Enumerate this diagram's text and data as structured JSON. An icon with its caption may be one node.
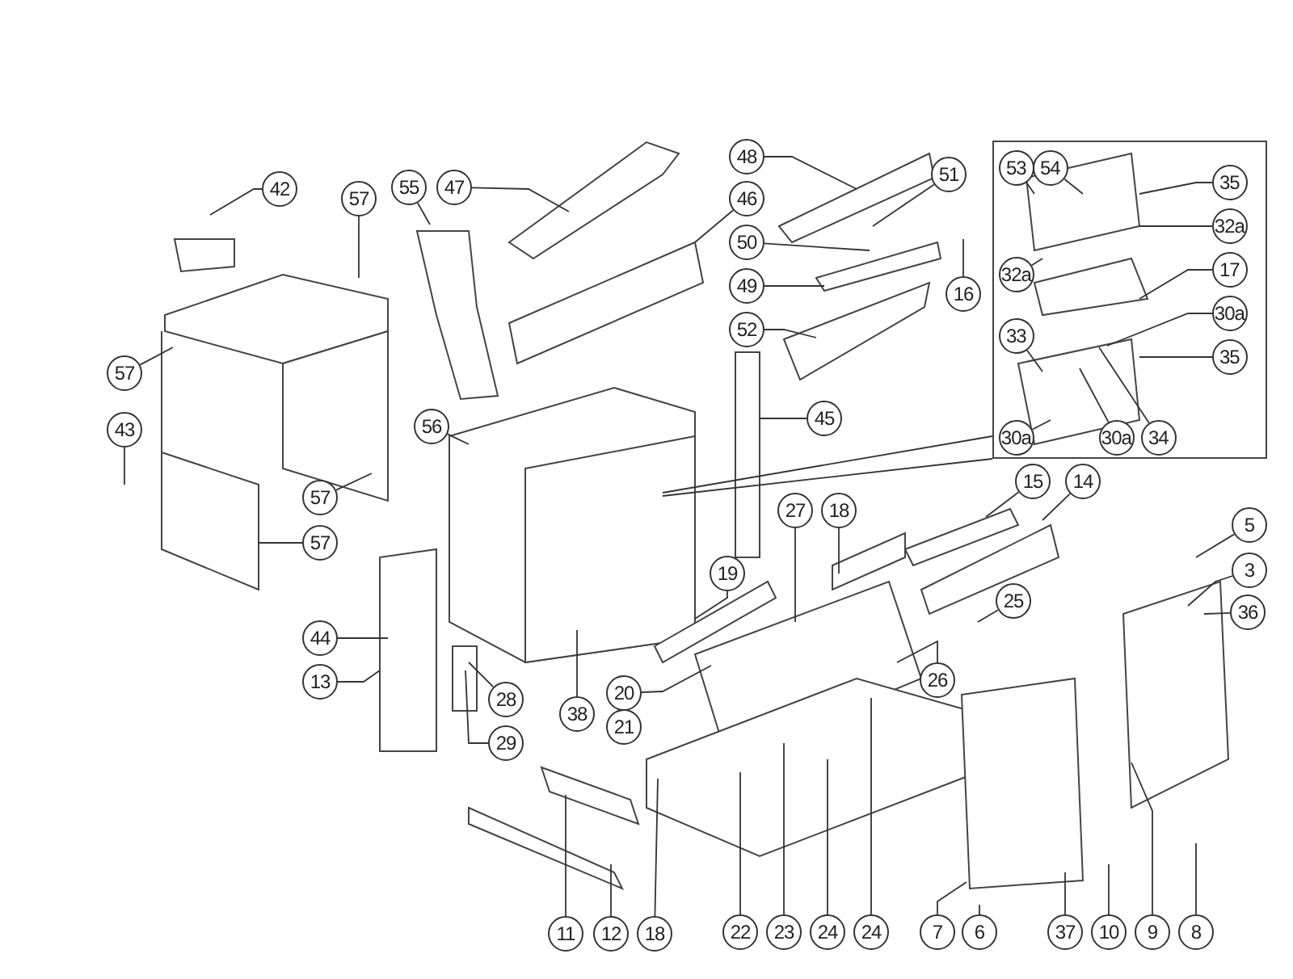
{
  "diagram": {
    "nodes": [
      {
        "text": [
          "42"
        ]
      },
      {
        "text": [
          "57"
        ]
      },
      {
        "text": [
          "55"
        ]
      },
      {
        "text": [
          "47"
        ]
      },
      {
        "text": [
          "48"
        ]
      },
      {
        "text": [
          "51"
        ]
      },
      {
        "text": [
          "46"
        ]
      },
      {
        "text": [
          "50"
        ]
      },
      {
        "text": [
          "49"
        ]
      },
      {
        "text": [
          "16"
        ]
      },
      {
        "text": [
          "52"
        ]
      },
      {
        "text": [],
        "shape": "box"
      },
      {
        "text": [
          "53"
        ],
        "in": 11
      },
      {
        "text": [
          "54"
        ],
        "in": 11
      },
      {
        "text": [
          "35"
        ],
        "in": 11
      },
      {
        "text": [
          "32a"
        ],
        "in": 11
      },
      {
        "text": [
          "32a"
        ],
        "in": 11
      },
      {
        "text": [
          "17"
        ],
        "in": 11
      },
      {
        "text": [
          "30a"
        ],
        "in": 11
      },
      {
        "text": [
          "33"
        ],
        "in": 11
      },
      {
        "text": [
          "35"
        ],
        "in": 11
      },
      {
        "text": [
          "30a"
        ],
        "in": 11
      },
      {
        "text": [
          "30a"
        ],
        "in": 11
      },
      {
        "text": [
          "34"
        ],
        "in": 11
      },
      {
        "text": [
          "57"
        ]
      },
      {
        "text": [
          "43"
        ]
      },
      {
        "text": [
          "56"
        ]
      },
      {
        "text": [
          "45"
        ]
      },
      {
        "text": [
          "57"
        ]
      },
      {
        "text": [
          "15"
        ]
      },
      {
        "text": [
          "14"
        ]
      },
      {
        "text": [
          "27"
        ]
      },
      {
        "text": [
          "18"
        ]
      },
      {
        "text": [
          "5"
        ]
      },
      {
        "text": [
          "57"
        ]
      },
      {
        "text": [
          "3"
        ]
      },
      {
        "text": [
          "19"
        ]
      },
      {
        "text": [
          "25"
        ]
      },
      {
        "text": [
          "36"
        ]
      },
      {
        "text": [
          "44"
        ]
      },
      {
        "text": [
          "13"
        ]
      },
      {
        "text": [
          "26"
        ]
      },
      {
        "text": [
          "20"
        ]
      },
      {
        "text": [
          "28"
        ]
      },
      {
        "text": [
          "38"
        ]
      },
      {
        "text": [
          "29"
        ]
      },
      {
        "text": [
          "11"
        ]
      },
      {
        "text": [
          "12"
        ]
      },
      {
        "text": [
          "18"
        ]
      },
      {
        "text": [
          "22"
        ]
      },
      {
        "text": [
          "23"
        ]
      },
      {
        "text": [
          "24"
        ]
      },
      {
        "text": [
          "24"
        ]
      },
      {
        "text": [
          "7"
        ]
      },
      {
        "text": [
          "6"
        ]
      },
      {
        "text": [
          "37"
        ]
      },
      {
        "text": [
          "10"
        ]
      },
      {
        "text": [
          "9"
        ]
      },
      {
        "text": [
          "8"
        ]
      },
      {
        "text": [
          "21"
        ]
      }
    ],
    "edges": [
      {
        "from": 0,
        "to": null,
        "arrow": "none"
      },
      {
        "from": 1,
        "to": null,
        "arrow": "none"
      },
      {
        "from": 2,
        "to": null,
        "arrow": "none"
      },
      {
        "from": 3,
        "to": null,
        "arrow": "none"
      },
      {
        "from": 4,
        "to": null,
        "arrow": "none"
      },
      {
        "from": 5,
        "to": null,
        "arrow": "none"
      },
      {
        "from": 6,
        "to": null,
        "arrow": "none"
      },
      {
        "from": 7,
        "to": null,
        "arrow": "none"
      },
      {
        "from": 8,
        "to": null,
        "arrow": "none"
      },
      {
        "from": 9,
        "to": null,
        "arrow": "none"
      },
      {
        "from": 10,
        "to": null,
        "arrow": "none"
      },
      {
        "from": 11,
        "to": null,
        "arrow": "none"
      },
      {
        "from": 12,
        "to": null,
        "arrow": "none"
      },
      {
        "from": 13,
        "to": null,
        "arrow": "none"
      },
      {
        "from": 14,
        "to": null,
        "arrow": "none"
      },
      {
        "from": 15,
        "to": null,
        "arrow": "none"
      },
      {
        "from": 16,
        "to": null,
        "arrow": "none"
      },
      {
        "from": 17,
        "to": null,
        "arrow": "none"
      },
      {
        "from": 18,
        "to": null,
        "arrow": "none"
      },
      {
        "from": 19,
        "to": null,
        "arrow": "none"
      },
      {
        "from": 20,
        "to": null,
        "arrow": "none"
      },
      {
        "from": 21,
        "to": null,
        "arrow": "none"
      },
      {
        "from": 22,
        "to": null,
        "arrow": "none"
      },
      {
        "from": 23,
        "to": null,
        "arrow": "none"
      },
      {
        "from": 24,
        "to": null,
        "arrow": "none"
      },
      {
        "from": 25,
        "to": null,
        "arrow": "none"
      },
      {
        "from": 26,
        "to": null,
        "arrow": "none"
      },
      {
        "from": 27,
        "to": null,
        "arrow": "none"
      },
      {
        "from": 28,
        "to": null,
        "arrow": "none"
      },
      {
        "from": 29,
        "to": null,
        "arrow": "none"
      },
      {
        "from": 30,
        "to": null,
        "arrow": "none"
      },
      {
        "from": 31,
        "to": null,
        "arrow": "none"
      },
      {
        "from": 32,
        "to": null,
        "arrow": "none"
      },
      {
        "from": 33,
        "to": null,
        "arrow": "none"
      },
      {
        "from": 34,
        "to": null,
        "arrow": "none"
      },
      {
        "from": 35,
        "to": null,
        "arrow": "none"
      },
      {
        "from": 36,
        "to": null,
        "arrow": "none"
      },
      {
        "from": 37,
        "to": null,
        "arrow": "none"
      },
      {
        "from": 38,
        "to": null,
        "arrow": "none"
      },
      {
        "from": 39,
        "to": null,
        "arrow": "none"
      },
      {
        "from": 40,
        "to": null,
        "arrow": "none"
      },
      {
        "from": 41,
        "to": null,
        "arrow": "none"
      },
      {
        "from": 42,
        "to": null,
        "arrow": "none"
      },
      {
        "from": 43,
        "to": null,
        "arrow": "none"
      },
      {
        "from": 44,
        "to": null,
        "arrow": "none"
      },
      {
        "from": 45,
        "to": null,
        "arrow": "none"
      },
      {
        "from": 46,
        "to": null,
        "arrow": "none"
      },
      {
        "from": 47,
        "to": null,
        "arrow": "none"
      },
      {
        "from": 48,
        "to": null,
        "arrow": "none"
      },
      {
        "from": 49,
        "to": null,
        "arrow": "none"
      },
      {
        "from": 50,
        "to": null,
        "arrow": "none"
      },
      {
        "from": 51,
        "to": null,
        "arrow": "none"
      },
      {
        "from": 52,
        "to": null,
        "arrow": "none"
      },
      {
        "from": 53,
        "to": null,
        "arrow": "none"
      },
      {
        "from": 54,
        "to": null,
        "arrow": "none"
      },
      {
        "from": 55,
        "to": null,
        "arrow": "none"
      },
      {
        "from": 56,
        "to": null,
        "arrow": "none"
      },
      {
        "from": 57,
        "to": null,
        "arrow": "none"
      },
      {
        "from": 58,
        "to": null,
        "arrow": "none"
      }
    ]
  }
}
